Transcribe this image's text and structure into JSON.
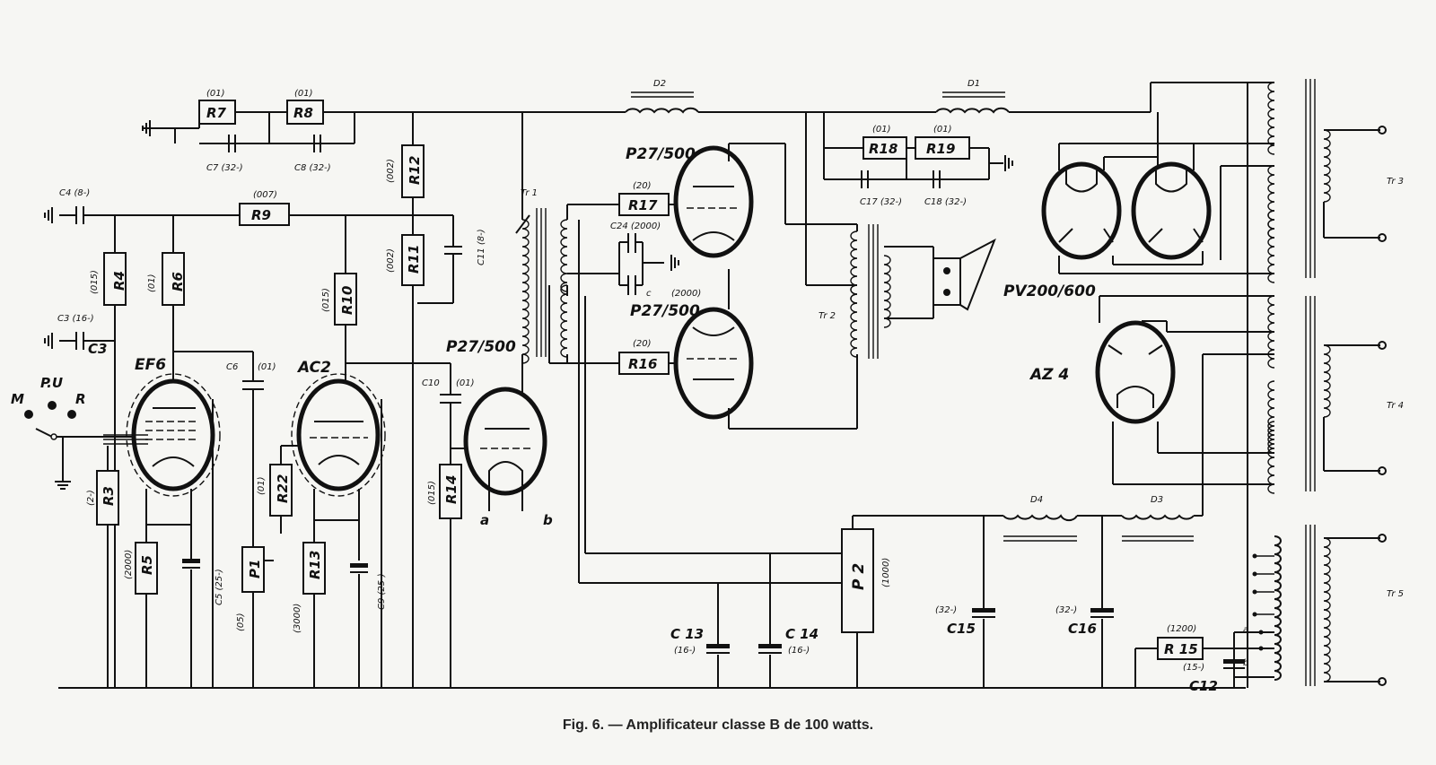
{
  "caption": "Fig. 6. — Amplificateur classe B de 100 watts.",
  "tubes": {
    "ef6": "EF6",
    "ac2": "AC2",
    "p27_driver": "P27/500",
    "p27_upper": "P27/500",
    "p27_lower": "P27/500",
    "pv": "PV200/600",
    "az4": "AZ 4"
  },
  "inputs": {
    "m": "M",
    "pu": "P.U",
    "r": "R"
  },
  "resistors": [
    {
      "id": "r7",
      "label": "R7",
      "value": "(01)"
    },
    {
      "id": "r8",
      "label": "R8",
      "value": "(01)"
    },
    {
      "id": "r9",
      "label": "R9",
      "value": "(007)"
    },
    {
      "id": "r4",
      "label": "R4",
      "value": "(015)"
    },
    {
      "id": "r6",
      "label": "R6",
      "value": "(01)"
    },
    {
      "id": "r10",
      "label": "R10",
      "value": "(015)"
    },
    {
      "id": "r12",
      "label": "R12",
      "value": "(002)"
    },
    {
      "id": "r11",
      "label": "R11",
      "value": "(002)"
    },
    {
      "id": "r3",
      "label": "R3",
      "value": "(2-)"
    },
    {
      "id": "r5",
      "label": "R5",
      "value": "(2000)"
    },
    {
      "id": "r22",
      "label": "R22",
      "value": "(01)"
    },
    {
      "id": "r13",
      "label": "R13",
      "value": "(3000)"
    },
    {
      "id": "r14",
      "label": "R14",
      "value": "(015)"
    },
    {
      "id": "r17",
      "label": "R17",
      "value": "(20)"
    },
    {
      "id": "r16",
      "label": "R16",
      "value": "(20)"
    },
    {
      "id": "r18",
      "label": "R18",
      "value": "(01)"
    },
    {
      "id": "r19",
      "label": "R19",
      "value": "(01)"
    },
    {
      "id": "r15",
      "label": "R 15",
      "value": "(1200)"
    }
  ],
  "pots": [
    {
      "id": "p1",
      "label": "P1",
      "value": "(05)"
    },
    {
      "id": "p2",
      "label": "P 2",
      "value": "(1000)"
    }
  ],
  "capacitors": [
    {
      "id": "c7",
      "label": "C7 (32-)"
    },
    {
      "id": "c8",
      "label": "C8 (32-)"
    },
    {
      "id": "c4",
      "label": "C4 (8-)"
    },
    {
      "id": "c3",
      "label": "C3 (16-)"
    },
    {
      "id": "c3b",
      "label": "C3"
    },
    {
      "id": "c11",
      "label": "C11 (8-)"
    },
    {
      "id": "c6",
      "label": "C6",
      "value": "(01)"
    },
    {
      "id": "c10",
      "label": "C10",
      "value": "(01)"
    },
    {
      "id": "c5",
      "label": "C5 (25-)"
    },
    {
      "id": "c9",
      "label": "C9 (25-)"
    },
    {
      "id": "c24",
      "label": "C24 (2000)"
    },
    {
      "id": "c24c",
      "label": "c",
      "value": "(2000)"
    },
    {
      "id": "c13",
      "label": "C 13",
      "value": "(16-)"
    },
    {
      "id": "c14",
      "label": "C 14",
      "value": "(16-)"
    },
    {
      "id": "c15",
      "label": "C15",
      "value": "(32-)"
    },
    {
      "id": "c16",
      "label": "C16",
      "value": "(32-)"
    },
    {
      "id": "c17",
      "label": "C17 (32-)"
    },
    {
      "id": "c18",
      "label": "C18 (32-)"
    },
    {
      "id": "c12",
      "label": "C12",
      "value": "(15-)"
    }
  ],
  "chokes": {
    "d1": "D1",
    "d2": "D2",
    "d3": "D3",
    "d4": "D4"
  },
  "transformers": {
    "tr1": "Tr 1",
    "tr2": "Tr 2",
    "tr3": "Tr 3",
    "tr4": "Tr 4",
    "tr5": "Tr 5"
  },
  "terminals": {
    "a1": "a",
    "b1": "b",
    "a2": "a",
    "b2": "b"
  }
}
